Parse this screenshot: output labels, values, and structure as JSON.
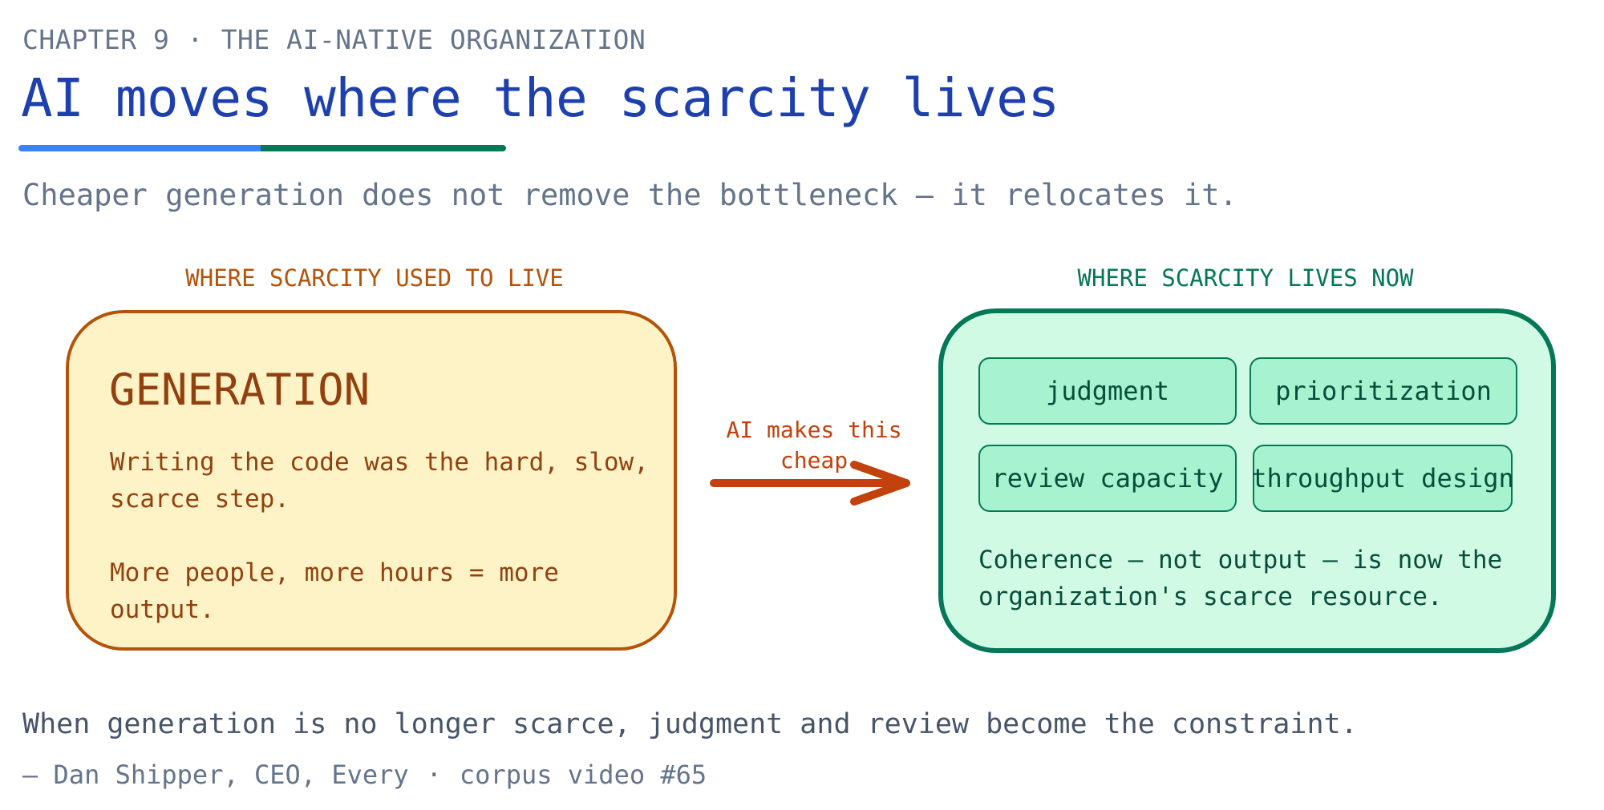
{
  "header": {
    "chapter": "CHAPTER 9",
    "separator": "·",
    "section": "THE AI-NATIVE ORGANIZATION",
    "title": "AI moves where the scarcity lives",
    "subtitle": "Cheaper generation does not remove the bottleneck — it relocates it."
  },
  "left_panel": {
    "label": "WHERE SCARCITY USED TO LIVE",
    "heading": "GENERATION",
    "paragraph1": "Writing the code was the hard, slow, scarce step.",
    "paragraph2": "More people, more hours = more output."
  },
  "arrow": {
    "label": "AI makes this cheap"
  },
  "right_panel": {
    "label": "WHERE SCARCITY LIVES NOW",
    "chips": [
      "judgment",
      "prioritization",
      "review capacity",
      "throughput design"
    ],
    "paragraph": "Coherence — not output — is now the organization's scarce resource."
  },
  "footer": {
    "quote": "When generation is no longer scarce, judgment and review become the constraint.",
    "attribution": "— Dan Shipper, CEO, Every",
    "separator": "·",
    "source": "corpus video #65"
  },
  "colors": {
    "title": "#1e40af",
    "amber_border": "#b45309",
    "amber_fill": "#fef3c7",
    "green_border": "#047857",
    "green_fill": "#d1fae5",
    "arrow": "#c2410c"
  }
}
